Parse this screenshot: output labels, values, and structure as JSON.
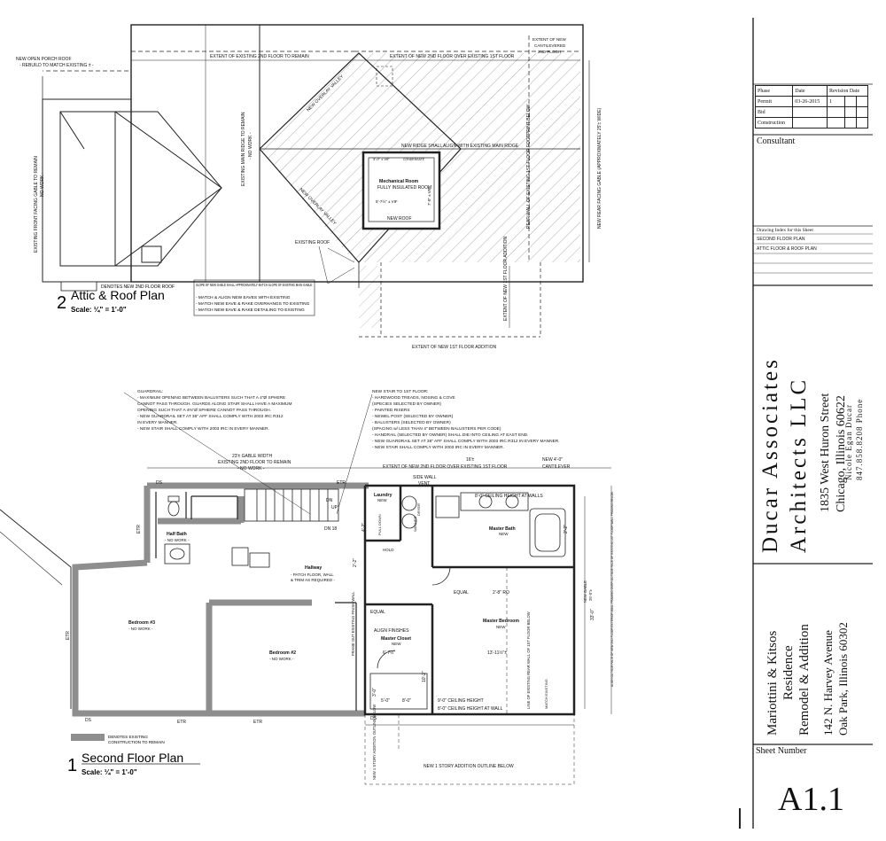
{
  "title_block": {
    "revision_table": {
      "headers": [
        "Phase",
        "Date",
        "Revision Date"
      ],
      "rows": [
        {
          "phase": "Permit",
          "date": "03-26-2015",
          "revision": "1"
        },
        {
          "phase": "Bid",
          "date": "",
          "revision": ""
        },
        {
          "phase": "Construction",
          "date": "",
          "revision": ""
        }
      ]
    },
    "consultant_label": "Consultant",
    "drawing_index_label": "Drawing Index for this Sheet",
    "drawing_index": [
      "SECOND FLOOR PLAN",
      "ATTIC FLOOR & ROOF PLAN"
    ],
    "firm": {
      "line1": "Ducar Associates",
      "line2": "Architects LLC",
      "address1": "1835 West Huron Street",
      "address2": "Chicago, Illinois 60622",
      "contact_name": "Nicole Egan Ducar",
      "contact_phone": "847.858.8208 Phone"
    },
    "project": {
      "line1": "Mariottini & Kitsos",
      "line2": "Residence",
      "line3": "Remodel & Addition",
      "address1": "142 N. Harvey Avenue",
      "address2": "Oak Park, Illinois 60302"
    },
    "sheet_number_label": "Sheet Number",
    "sheet_number": "A1.1"
  },
  "attic_plan": {
    "number": "2",
    "title": "Attic & Roof Plan",
    "scale": "Scale: ¼\" = 1'-0\"",
    "labels": {
      "porch_roof1": "NEW OPEN PORCH ROOF",
      "porch_roof2": "- REBUILD TO MATCH EXISTING ± -",
      "existing_2nd_floor": "EXTENT OF EXISTING 2ND FLOOR TO REMAIN",
      "new_2nd_over_1st": "EXTENT OF NEW 2ND FLOOR OVER EXISTING 1ST FLOOR",
      "cantilever1": "EXTENT OF NEW",
      "cantilever2": "CANTILEVERED",
      "cantilever3": "2ND FLOOR",
      "overlay_valley1": "NEW OVERLAY VALLEY",
      "overlay_valley2": "NEW OVERLAY VALLEY",
      "main_ridge": "EXISTING MAIN RIDGE TO REMAIN",
      "main_ridge_nowork": "- NO WORK -",
      "new_ridge": "NEW RIDGE SHALL ALIGN WITH EXISTING MAIN RIDGE",
      "mech_room": "Mechanical Room",
      "mech_insulated": "FULLY INSULATED ROOM",
      "condensate": "CONDENSATE",
      "new_roof": "NEW ROOF",
      "existing_roof": "EXISTING ROOF",
      "front_gable": "EXISTING FRONT FACING GABLE TO REMAIN",
      "front_gable_nowork": "- NO WORK -",
      "rear_wall": "REAR WALL OF EXISTING 1ST FLOOR FOOTPRINT BELOW",
      "rear_gable": "NEW REAR FACING GABLE (APPROXIMATELY 25'± WIDE)",
      "new_1st_floor": "EXTENT OF NEW 1ST FLOOR ADDITION",
      "new_1st_floor_addition": "EXTENT OF NEW 1ST FLOOR ADDITION",
      "legend_roof": "DENOTES NEW 2ND FLOOR ROOF",
      "slope_note": "SLOPE OF NEW GABLE SHALL APPROXIMATELY MATCH SLOPE OF EXISTING MAIN GABLE:",
      "slope_item1": "- MATCH & ALIGN NEW EAVES WITH EXISTING",
      "slope_item2": "- MATCH NEW EAVE & RAKE OVERHANGS TO EXISTING",
      "slope_item3": "- MATCH NEW EAVE & RAKE DETAILING TO EXISTING",
      "dim_mech1": "5'-7½\" ± VIF",
      "dim_mech2": "7'-0\" ± VIF",
      "dim_mech3": "3'-0\" ± VIF"
    }
  },
  "second_floor_plan": {
    "number": "1",
    "title": "Second Floor Plan",
    "scale": "Scale: ¼\" = 1'-0\"",
    "legend_existing1": "DENOTES EXISTING",
    "legend_existing2": "CONSTRUCTION TO REMAIN",
    "guardrail_note": [
      "GUARDRAIL:",
      "- MAXIMUM OPENING BETWEEN BALUSTERS SUCH THAT A 4\"Ø SPHERE",
      "  CANNOT PASS THROUGH. GUARDS ALONG STAIR SHALL HAVE A MAXIMUM",
      "  OPENING SUCH THAT A 4⅜\"Ø SPHERE CANNOT PASS THROUGH.",
      "- NEW GUARDRAIL SET AT 36\" AFF SHALL COMPLY WITH 2003 IRC R312",
      "  IN EVERY MANNER.",
      "- NEW STAIR SHALL COMPLY WITH 2003 IRC IN EVERY MANNER."
    ],
    "stair_note": [
      "NEW STAIR TO 1ST FLOOR:",
      "- HARDWOOD TREADS, NOSING & COVE",
      "(SPECIES SELECTED BY OWNER)",
      "- PAINTED RISERS",
      "- NEWEL POST (SELECTED BY OWNER)",
      "- BALUSTERS (SELECTED BY OWNER)",
      "(SPACING w/ LESS THAN 4\" BETWEEN BALUSTERS PER CODE)",
      "- HANDRAIL (SELECTED BY OWNER) SHALL DIE INTO CEILING AT EAST END.",
      "- NEW GUARDRAIL SET AT 36\" AFF SHALL COMPLY WITH 2003 IRC R312 IN EVERY MANNER.",
      "- NEW STAIR SHALL COMPLY WITH 2003 IRC IN EVERY MANNER."
    ],
    "gable_width1": "23'± GABLE WIDTH",
    "gable_width2": "EXISTING 2ND FLOOR TO REMAIN",
    "gable_width3": "- NO WORK -",
    "dim_16": "16'±",
    "new_2nd_over_1st": "EXTENT OF NEW 2ND FLOOR OVER EXISTING 1ST FLOOR",
    "cantilever1": "NEW 4'-0\"",
    "cantilever2": "CANTILEVER",
    "side_wall1": "SIDE WALL",
    "side_wall2": "VENT",
    "rooms": {
      "half_bath": "Half Bath",
      "half_bath_nw": "- NO WORK -",
      "hallway": "Hallway",
      "hallway_note1": "- PATCH FLOOR, WALL",
      "hallway_note2": "& TRIM AS REQUIRED -",
      "bedroom3": "Bedroom #3",
      "bedroom3_nw": "- NO WORK -",
      "bedroom2": "Bedroom #2",
      "bedroom2_nw": "- NO WORK -",
      "laundry": "Laundry",
      "laundry_new": "NEW",
      "master_bath": "Master Bath",
      "master_bath_new": "NEW",
      "master_bedroom": "Master Bedroom",
      "master_bedroom_new": "NEW",
      "master_closet": "Master Closet",
      "master_closet_new": "NEW"
    },
    "labels": {
      "etr": "ETR",
      "dn": "DN",
      "dn18": "DN 18",
      "up": "UP",
      "equal": "EQUAL",
      "align_finishes": "ALIGN FINISHES",
      "frame_wall": "FRAME OUT EXISTING FINISH WALL",
      "ceiling_9": "9'-0\" CEILING HEIGHT",
      "ceiling_8_wall": "8'-0\" CEILING HEIGHT AT WALL",
      "ceiling_8_walls": "8'-0\" CEILING HEIGHT AT WALLS",
      "ro_28": "2'-8\" RO",
      "dim_13": "13'-11½\"±",
      "dim_6": "6'-7½\"",
      "dim_10": "10'-2\"",
      "dim_8": "8'-0\"",
      "dim_5": "5'-0\"",
      "dim_3": "3'-0\"",
      "dim_2": "2'-2\"",
      "dim_33": "33'-0\"",
      "new_gable1": "NEW GABLE",
      "new_gable2": "25'-0\"±",
      "new_1_story": "NEW 1 STORY ADDITION OUTLINE BELOW",
      "new_1_story_v": "NEW 1 STORY ADDITION OUTLINE BELOW",
      "rear_wall": "LINE OF EXISTING REAR WALL OF 1ST FLOOR BELOW",
      "align_exterior": "ALIGN OUTSIDE FACE OF NEW 2ND FLOOR EXTERIOR WALL FRAMING OVER OUTSIDE FACE OF EXISTING 1ST FLOOR WALL FRAMING BELOW",
      "match_existing": "MATCH EXISTING",
      "pull_down": "PULL DOWN",
      "hold": "HOLD",
      "washer": "WASHER",
      "dryer": "DRYER",
      "dim_22": "2'-2\"",
      "dim_42": "4'-2\"",
      "ds": "DS"
    }
  }
}
